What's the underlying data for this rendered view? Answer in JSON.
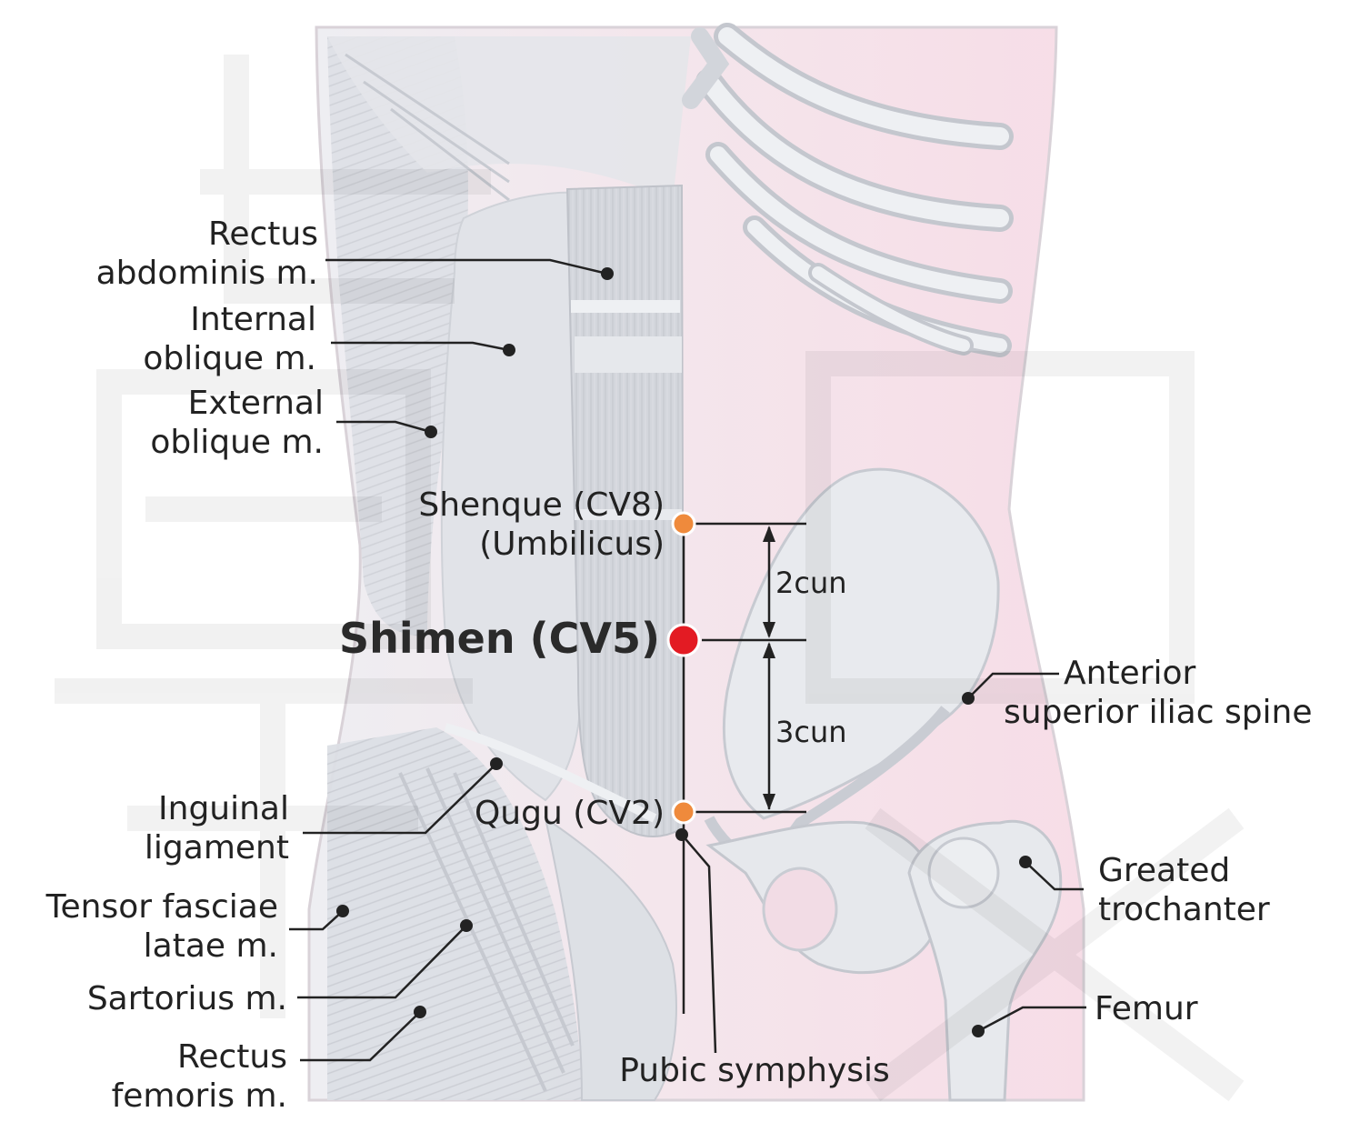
{
  "labels": {
    "rectus_abdominis": [
      "Rectus",
      "abdominis m."
    ],
    "internal_oblique": [
      "Internal",
      "oblique m."
    ],
    "external_oblique": [
      "External",
      "oblique m."
    ],
    "shenque": [
      "Shenque (CV8)",
      "(Umbilicus)"
    ],
    "shimen": "Shimen (CV5)",
    "qugu": "Qugu (CV2)",
    "inguinal_ligament": [
      "Inguinal",
      "ligament"
    ],
    "tensor_fasciae": [
      "Tensor fasciae",
      "latae m."
    ],
    "sartorius": "Sartorius m.",
    "rectus_femoris": [
      "Rectus",
      "femoris m."
    ],
    "pubic_symphysis": "Pubic symphysis",
    "asis": [
      "Anterior",
      "superior iliac spine"
    ],
    "greater_trochanter": [
      "Greated",
      "trochanter"
    ],
    "femur": "Femur"
  },
  "measurements": {
    "upper": "2cun",
    "lower": "3cun"
  },
  "colors": {
    "main_point": "#e31b23",
    "minor_point": "#ef8a3c",
    "skin": "#f6dde6",
    "muscle": "#dadde3",
    "bone": "#e6e9ee",
    "text": "#222222"
  }
}
